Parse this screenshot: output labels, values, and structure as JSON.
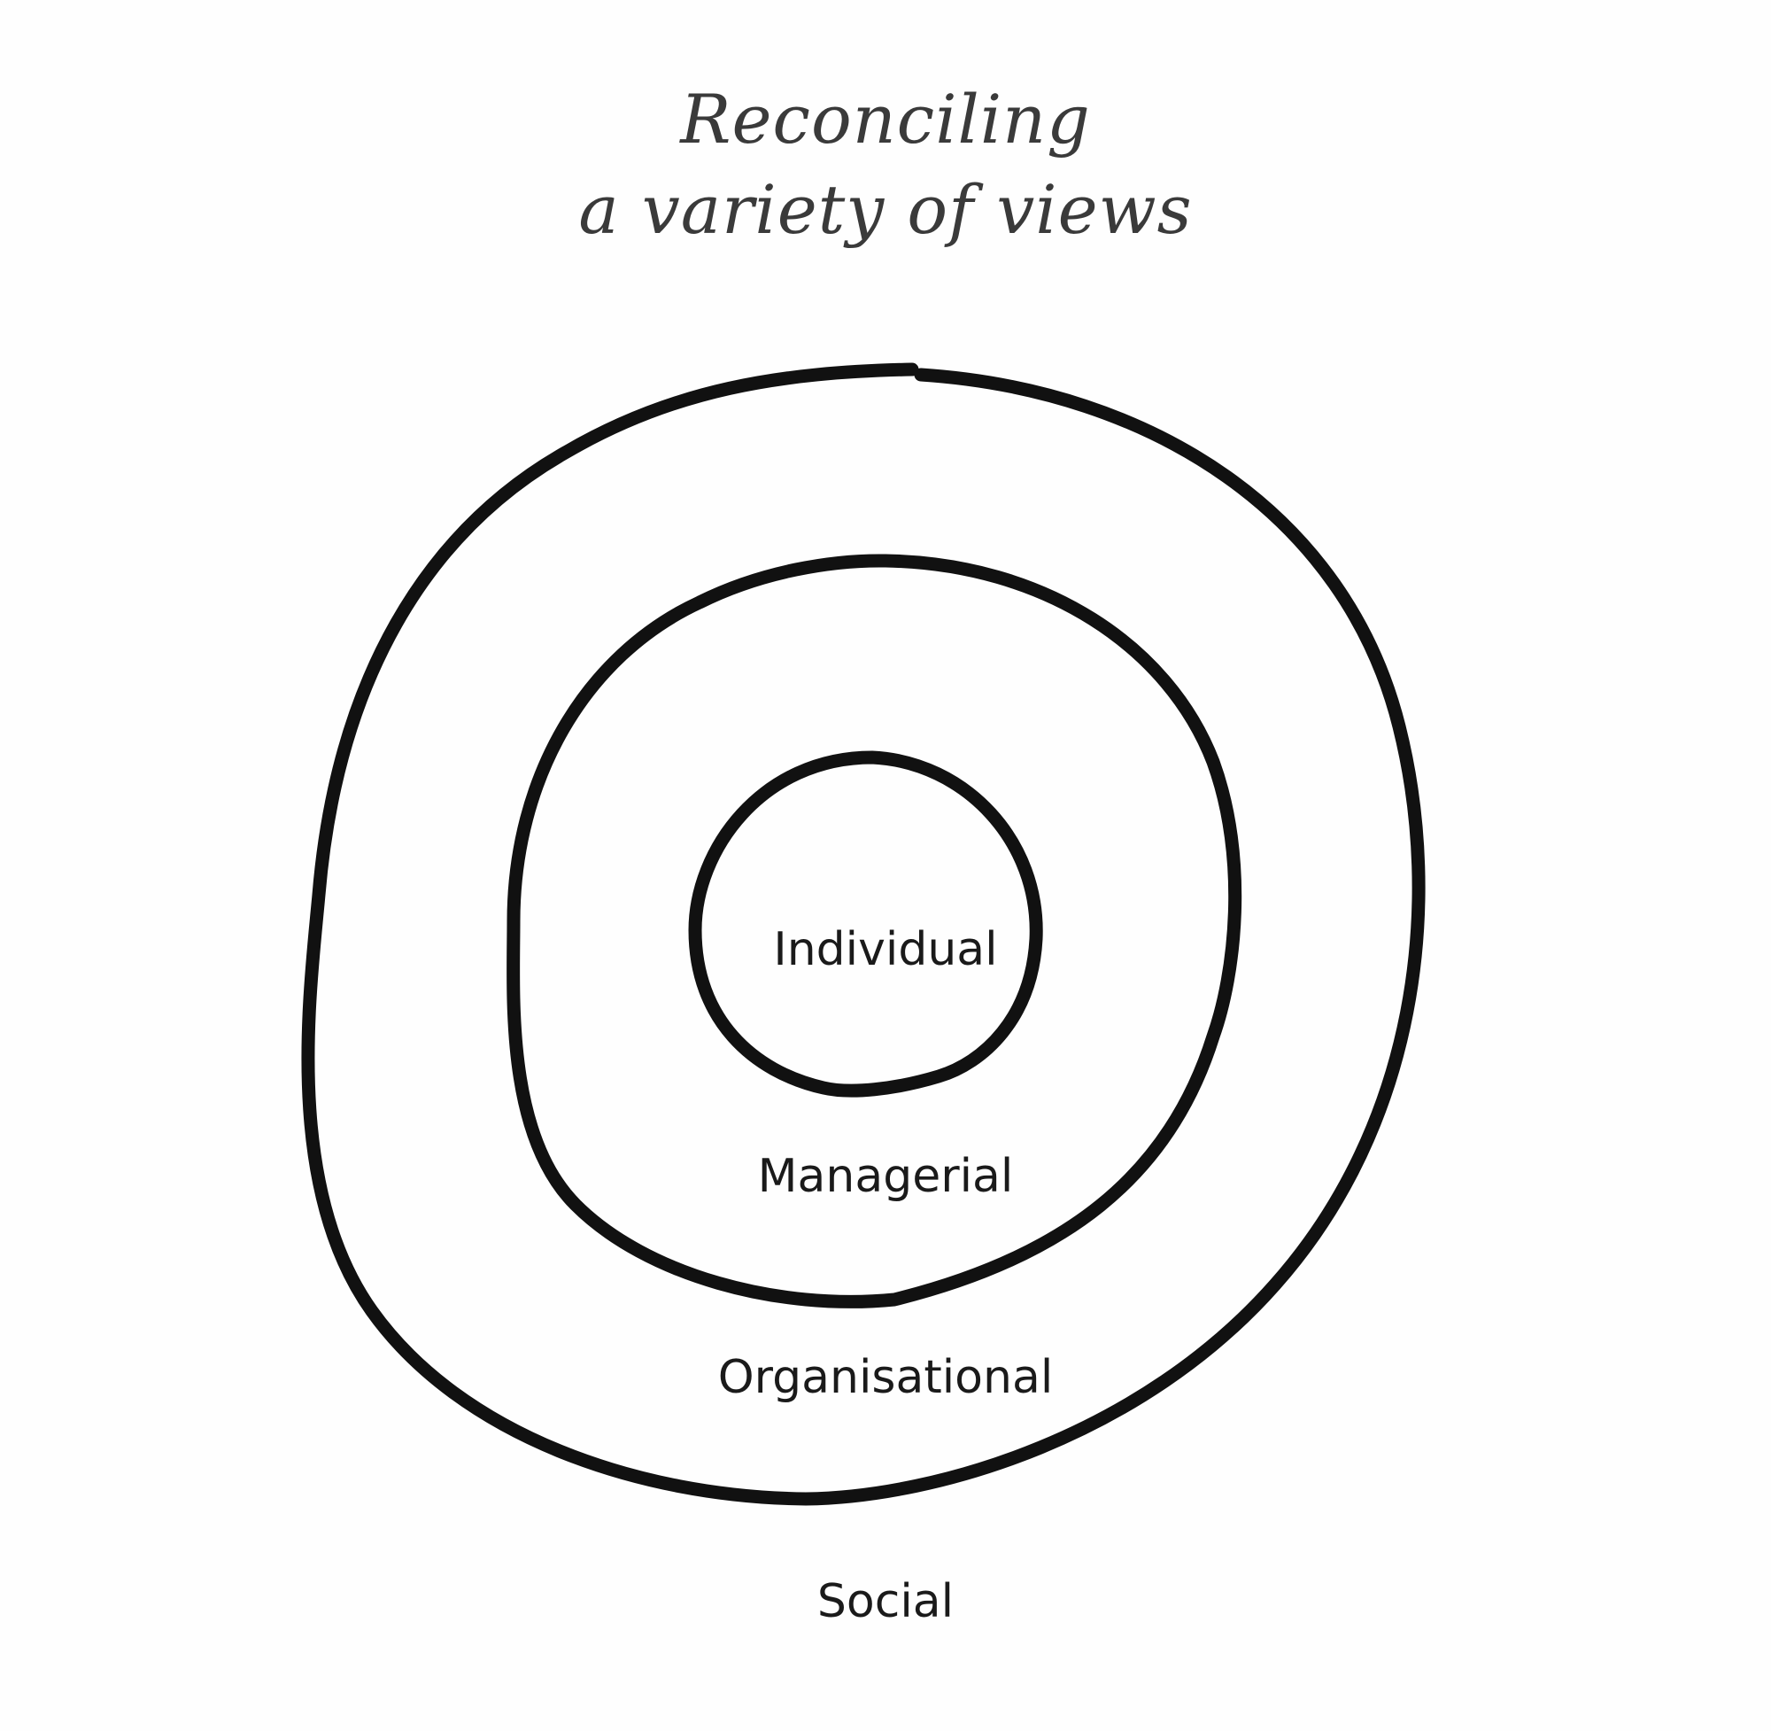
{
  "title": {
    "line1": "Reconciling",
    "line2": "a variety of views"
  },
  "rings": {
    "individual": "Individual",
    "managerial": "Managerial",
    "organisational": "Organisational",
    "social": "Social"
  },
  "colors": {
    "stroke": "#111111",
    "background": "#fefefe",
    "title_text": "#3a3a3a",
    "label_text": "#1a1a1a"
  }
}
